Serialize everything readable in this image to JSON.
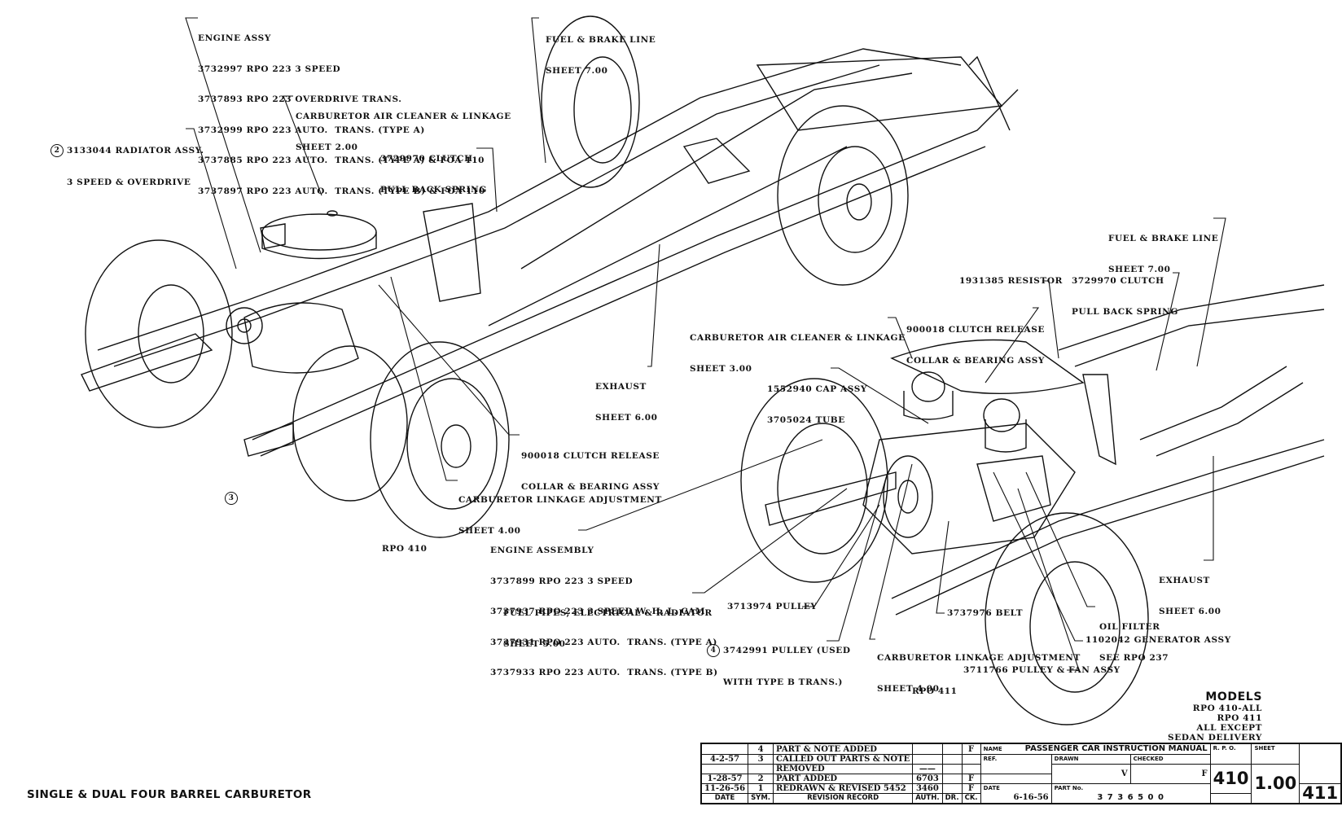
{
  "title": "SINGLE & DUAL  FOUR BARREL CARBURETOR",
  "views": {
    "left": "RPO 410",
    "right": "RPO 411"
  },
  "callouts_left": {
    "engine_assy": [
      "ENGINE ASSY",
      "3732997 RPO 223 3 SPEED",
      "3737893 RPO 223 OVERDRIVE TRANS.",
      "3732999 RPO 223 AUTO.  TRANS. (TYPE A)",
      "3737885 RPO 223 AUTO.  TRANS. (TYPE A) & FOA 110",
      "3737897 RPO 223 AUTO.  TRANS. (TYPE B) & FOA 110"
    ],
    "air_cleaner": [
      "CARBURETOR AIR CLEANER & LINKAGE",
      "SHEET 2.00"
    ],
    "radiator": {
      "marker": "2",
      "lines": [
        "3133044 RADIATOR ASSY.",
        "3 SPEED & OVERDRIVE"
      ]
    },
    "fuel_brake": [
      "FUEL & BRAKE LINE",
      "SHEET 7.00"
    ],
    "clutch_spring": [
      "3729970 CLUTCH",
      "PULL BACK SPRING"
    ],
    "exhaust": [
      "EXHAUST",
      "SHEET 6.00"
    ],
    "clutch_release": [
      "900018 CLUTCH RELEASE",
      "COLLAR & BEARING ASSY"
    ],
    "linkage_adj": [
      "CARBURETOR LINKAGE ADJUSTMENT",
      "SHEET 4.00"
    ],
    "marker3": "3"
  },
  "callouts_right": {
    "engine_assembly": [
      "ENGINE ASSEMBLY",
      "3737899 RPO 223 3 SPEED",
      "3737937 RPO 223 3 SPEED W. H. L. CAM",
      "3737931 RPO 223 AUTO.  TRANS. (TYPE A)",
      "3737933 RPO 223 AUTO.  TRANS. (TYPE B)"
    ],
    "fuel_pipes": [
      "FUEL PIPES, ELECTRICAL & RADIATOR",
      "SHEET 5.00"
    ],
    "fuel_brake": [
      "FUEL & BRAKE LINE",
      "SHEET 7.00"
    ],
    "clutch_spring": [
      "3729970 CLUTCH",
      "PULL BACK SPRING"
    ],
    "resistor": "1931385 RESISTOR",
    "clutch_release": [
      "900018 CLUTCH RELEASE",
      "COLLAR & BEARING ASSY"
    ],
    "air_cleaner": [
      "CARBURETOR AIR CLEANER & LINKAGE",
      "SHEET 3.00"
    ],
    "cap_assy": [
      "1552940 CAP ASSY",
      "3705024 TUBE"
    ],
    "exhaust": [
      "EXHAUST",
      "SHEET 6.00"
    ],
    "pulley": "3713974 PULLEY",
    "pulley_b": {
      "marker": "4",
      "lines": [
        "3742991 PULLEY (USED",
        "WITH TYPE B TRANS.)"
      ]
    },
    "belt": "3737976 BELT",
    "linkage_adj": [
      "CARBURETOR LINKAGE ADJUSTMENT",
      "SHEET 4.00"
    ],
    "oil_filter": [
      "OIL FILTER",
      "SEE RPO 237"
    ],
    "generator": "1102042 GENERATOR ASSY",
    "fan": "3711766 PULLEY & FAN ASSY"
  },
  "models": {
    "heading": "MODELS",
    "lines": [
      "RPO 410-ALL",
      "RPO 411",
      "ALL EXCEPT",
      "SEDAN DELIVERY"
    ]
  },
  "revision_table": {
    "rows": [
      {
        "date": "",
        "sym": "4",
        "record": "PART & NOTE ADDED",
        "auth": "",
        "dr": "",
        "ck": "F"
      },
      {
        "date": "4-2-57",
        "sym": "3",
        "record": "CALLED OUT PARTS & NOTE",
        "auth": "",
        "dr": "",
        "ck": ""
      },
      {
        "date": "",
        "sym": "",
        "record": "REMOVED",
        "auth": "——",
        "dr": "",
        "ck": ""
      },
      {
        "date": "1-28-57",
        "sym": "2",
        "record": "PART ADDED",
        "auth": "6703",
        "dr": "",
        "ck": "F"
      },
      {
        "date": "11-26-56",
        "sym": "1",
        "record": "REDRAWN & REVISED        5452",
        "auth": "3460",
        "dr": "",
        "ck": "F"
      }
    ],
    "headers": {
      "date": "DATE",
      "sym": "SYM.",
      "record": "REVISION RECORD",
      "auth": "AUTH.",
      "dr": "DR.",
      "ck": "CK."
    }
  },
  "title_block": {
    "name_label": "NAME",
    "name": "PASSENGER CAR INSTRUCTION MANUAL",
    "ref_label": "REF.",
    "drawn_label": "DRAWN",
    "drawn": "V",
    "checked_label": "CHECKED",
    "checked": "F",
    "date_label": "DATE",
    "date": "6-16-56",
    "part_label": "PART No.",
    "part": "3 7 3 6 5 0 0",
    "rpo_label": "R. P. O.",
    "rpo_1": "410",
    "rpo_2": "411",
    "sheet_label": "SHEET",
    "sheet": "1.00"
  }
}
